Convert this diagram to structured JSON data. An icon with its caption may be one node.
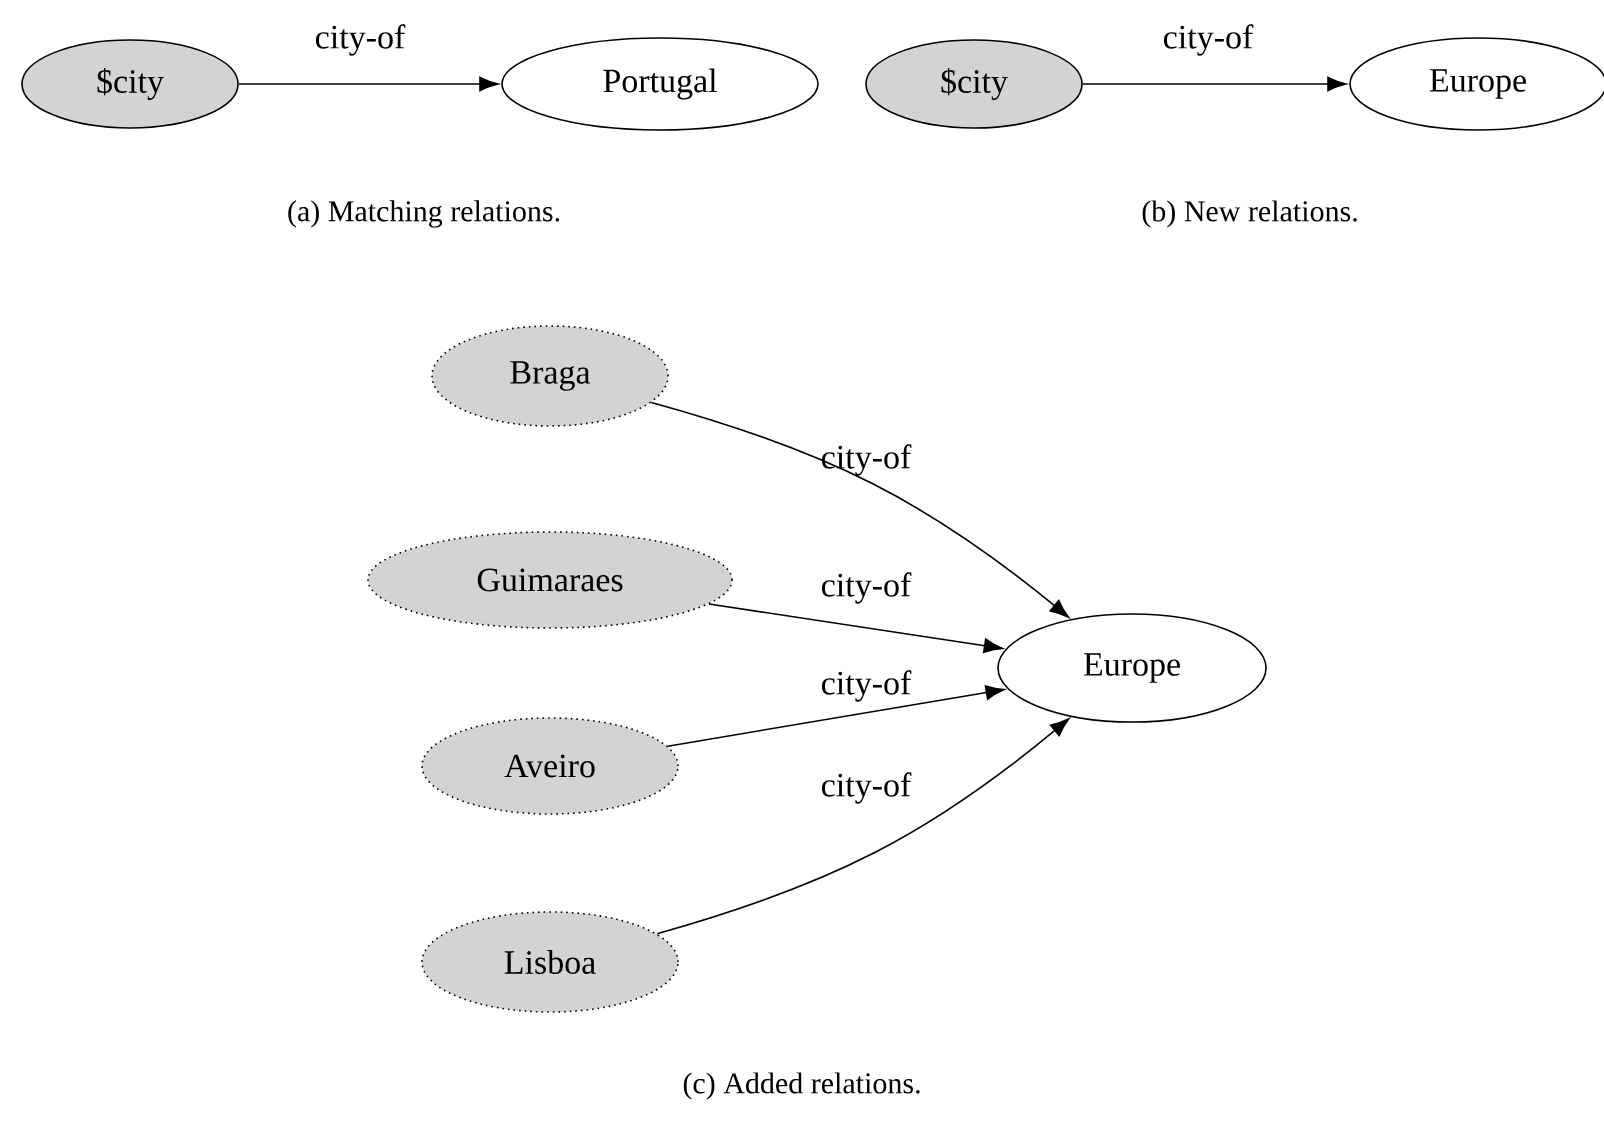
{
  "diagram": {
    "nodes": [
      {
        "text": [
          "$city"
        ]
      },
      {
        "text": [
          "Portugal"
        ]
      },
      {
        "text": [
          "$city"
        ]
      },
      {
        "text": [
          "Europe"
        ]
      },
      {
        "text": [
          "Braga"
        ]
      },
      {
        "text": [
          "Guimaraes"
        ]
      },
      {
        "text": [
          "Aveiro"
        ]
      },
      {
        "text": [
          "Lisboa"
        ]
      },
      {
        "text": [
          "Europe"
        ]
      }
    ],
    "edges": [
      {
        "from": 0,
        "to": 1,
        "arrow": "to",
        "label": "city-of"
      },
      {
        "from": 2,
        "to": 3,
        "arrow": "to",
        "label": "city-of"
      },
      {
        "from": 4,
        "to": 8,
        "arrow": "to",
        "label": "city-of"
      },
      {
        "from": 5,
        "to": 8,
        "arrow": "to",
        "label": "city-of"
      },
      {
        "from": 6,
        "to": 8,
        "arrow": "to",
        "label": "city-of"
      },
      {
        "from": 7,
        "to": 8,
        "arrow": "to",
        "label": "city-of"
      }
    ],
    "labels": [
      "(a) Matching relations.",
      "(b) New relations.",
      "(c) Added relations."
    ]
  }
}
